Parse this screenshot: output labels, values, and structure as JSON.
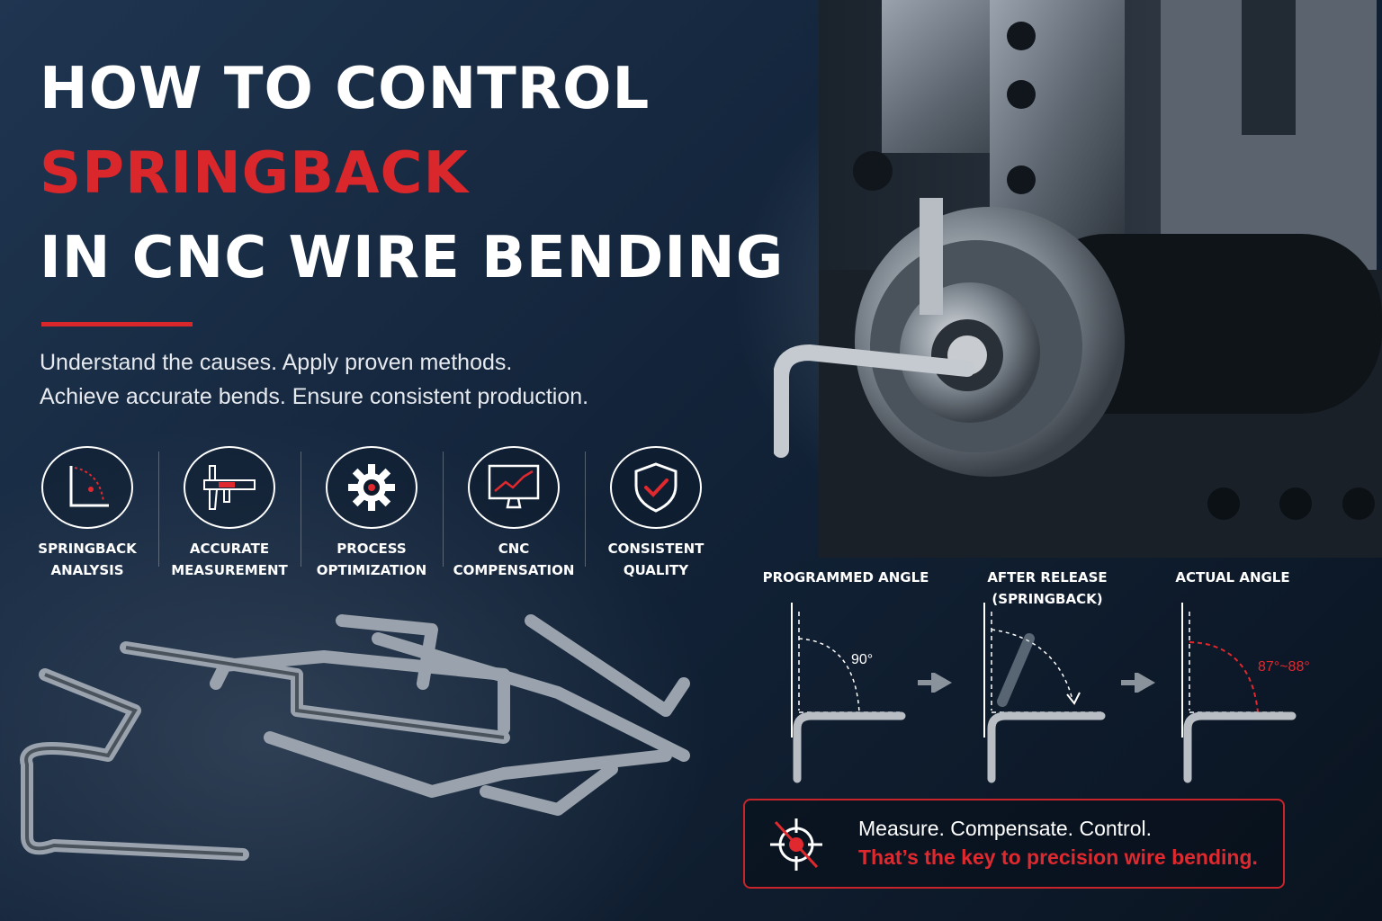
{
  "title": {
    "line1": "HOW TO CONTROL",
    "line2": "SPRINGBACK",
    "line3": "IN CNC WIRE BENDING"
  },
  "subtitle": {
    "line1": "Understand the causes. Apply proven methods.",
    "line2": "Achieve accurate bends. Ensure consistent production."
  },
  "features": [
    {
      "icon": "springback-analysis-icon",
      "line1": "SPRINGBACK",
      "line2": "ANALYSIS"
    },
    {
      "icon": "caliper-icon",
      "line1": "ACCURATE",
      "line2": "MEASUREMENT"
    },
    {
      "icon": "gear-icon",
      "line1": "PROCESS",
      "line2": "OPTIMIZATION"
    },
    {
      "icon": "monitor-chart-icon",
      "line1": "CNC",
      "line2": "COMPENSATION"
    },
    {
      "icon": "shield-check-icon",
      "line1": "CONSISTENT",
      "line2": "QUALITY"
    }
  ],
  "diagram": {
    "programmed": {
      "title": "PROGRAMMED ANGLE",
      "angle": "90°"
    },
    "release": {
      "title_line1": "AFTER RELEASE",
      "title_line2": "(SPRINGBACK)"
    },
    "actual": {
      "title": "ACTUAL ANGLE",
      "angle": "87°~88°"
    }
  },
  "callout": {
    "icon": "crosshair-target-icon",
    "line1": "Measure. Compensate. Control.",
    "line2": "That’s the key to precision wire bending."
  },
  "colors": {
    "accent": "#d9272b",
    "background": "#13243a",
    "text": "#ffffff"
  }
}
